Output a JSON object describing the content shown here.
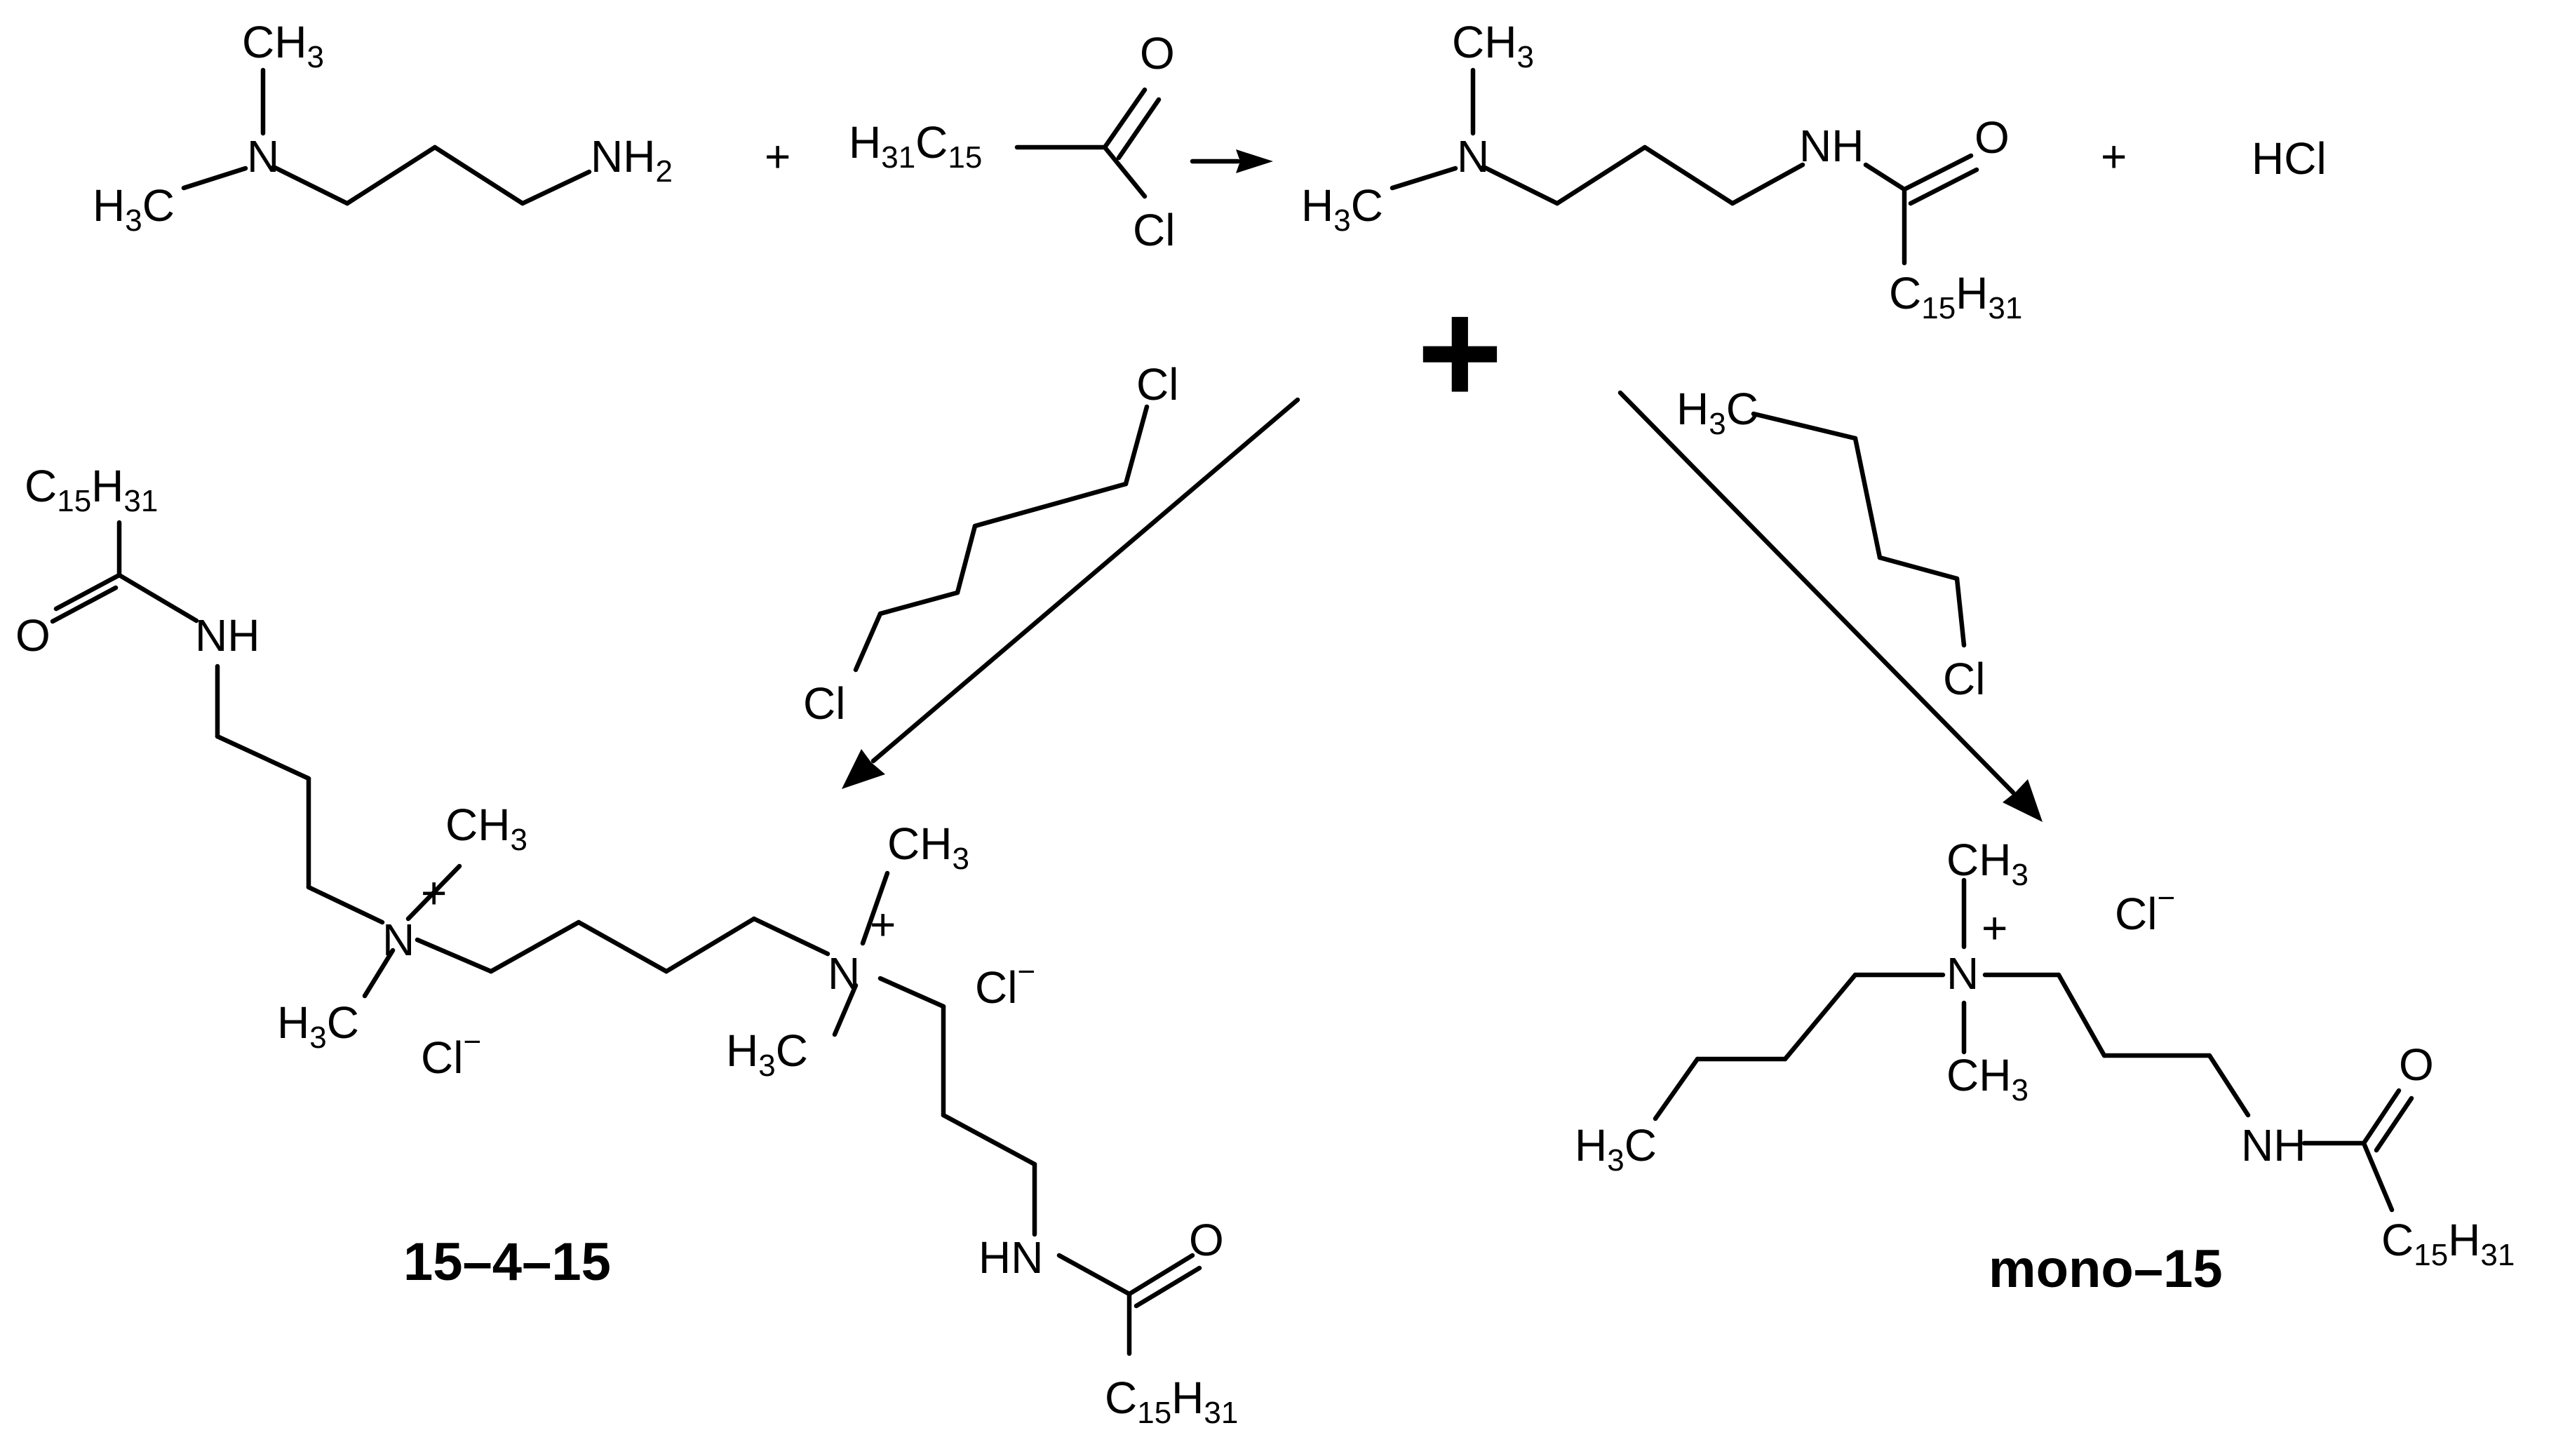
{
  "labels": {
    "ch3": [
      "C",
      "H",
      "3"
    ],
    "h3c": [
      "H",
      "3",
      "C"
    ],
    "nh2": [
      "NH",
      "2"
    ],
    "h31c15": [
      "H",
      "31",
      "C",
      "15"
    ],
    "c15h31": [
      "C",
      "15",
      "H",
      "31"
    ],
    "o": "O",
    "cl": "Cl",
    "n": "N",
    "nh": "NH",
    "hn": "HN",
    "hcl": "HCl",
    "plus": "+",
    "charge_pos": "+",
    "chloride": [
      "Cl",
      "−"
    ]
  },
  "compounds": {
    "gemini": "15–4–15",
    "mono": "mono–15"
  }
}
